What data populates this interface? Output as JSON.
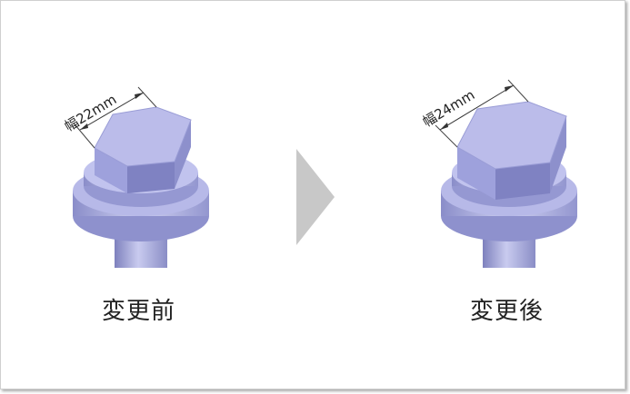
{
  "before": {
    "caption": "変更前",
    "width_label": "幅22mm"
  },
  "after": {
    "caption": "変更後",
    "width_label": "幅24mm"
  },
  "colors": {
    "hex_top": "#bbbcea",
    "hex_side_light": "#a9abe0",
    "hex_side_dark": "#7d80bf",
    "collar": "#a4a7df",
    "arrow": "#c8c8c8"
  },
  "icons": {
    "arrow": "chevron-right-icon"
  }
}
